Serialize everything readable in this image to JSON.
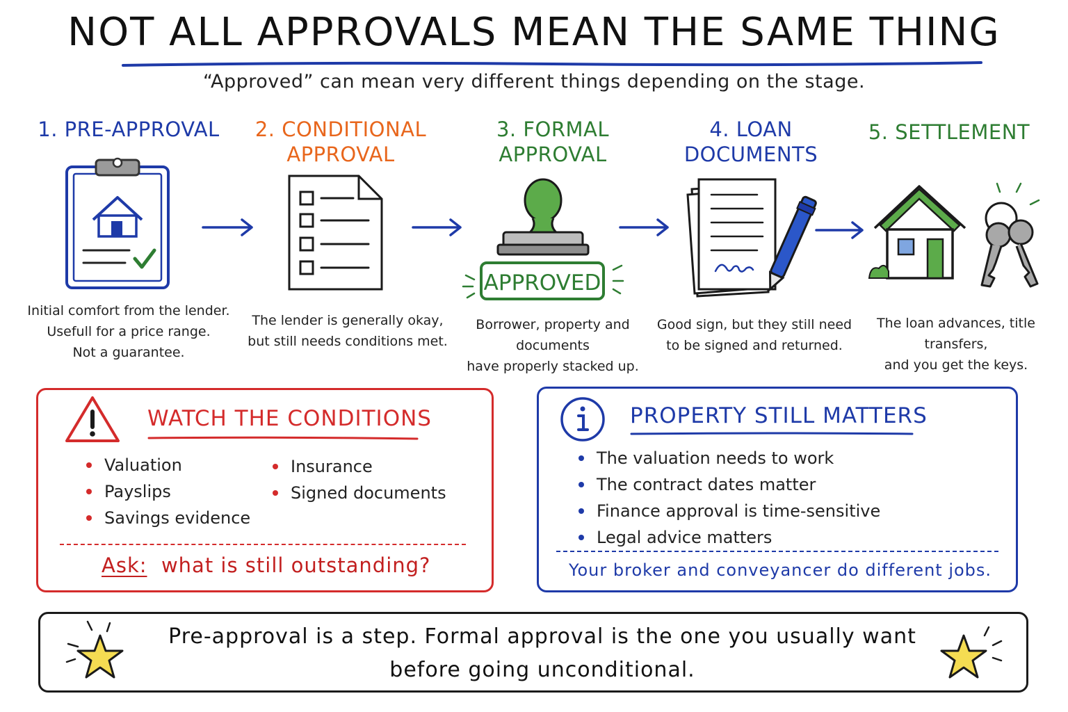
{
  "header": {
    "title": "NOT ALL APPROVALS MEAN THE SAME THING",
    "subtitle": "“Approved” can mean very different things depending on the stage."
  },
  "colors": {
    "blue": "#1e3aa8",
    "orange": "#e8661c",
    "green": "#2e7d32",
    "red": "#d42b2b",
    "star": "#f5dc52"
  },
  "steps": [
    {
      "title": "1. PRE-APPROVAL",
      "icon": "clipboard-house-icon",
      "desc": "Initial comfort from the lender.\nUsefull for a price range.\nNot a guarantee."
    },
    {
      "title": "2. CONDITIONAL\nAPPROVAL",
      "icon": "checklist-document-icon",
      "desc": "The lender is generally okay,\nbut still needs conditions met."
    },
    {
      "title": "3. FORMAL\nAPPROVAL",
      "icon": "approved-stamp-icon",
      "stamp_text": "APPROVED",
      "desc": "Borrower, property and documents\nhave properly stacked up."
    },
    {
      "title": "4. LOAN\nDOCUMENTS",
      "icon": "signed-documents-pen-icon",
      "desc": "Good sign, but they still need\nto be signed and returned."
    },
    {
      "title": "5. SETTLEMENT",
      "icon": "house-keys-icon",
      "desc": "The loan advances, title transfers,\nand you get the keys."
    }
  ],
  "conditions": {
    "title": "WATCH THE CONDITIONS",
    "icon": "warning-icon",
    "col1": [
      "Valuation",
      "Payslips",
      "Savings evidence"
    ],
    "col2": [
      "Insurance",
      "Signed documents"
    ],
    "ask_label": "Ask:",
    "ask_text": "what is still outstanding?"
  },
  "property": {
    "title": "PROPERTY STILL MATTERS",
    "icon": "info-icon",
    "items": [
      "The valuation needs to work",
      "The contract dates matter",
      "Finance approval is time-sensitive",
      "Legal advice matters"
    ],
    "note": "Your broker and conveyancer do different jobs."
  },
  "banner": {
    "line1": "Pre-approval is a step. Formal approval is the one you usually want",
    "line2": "before going unconditional."
  }
}
